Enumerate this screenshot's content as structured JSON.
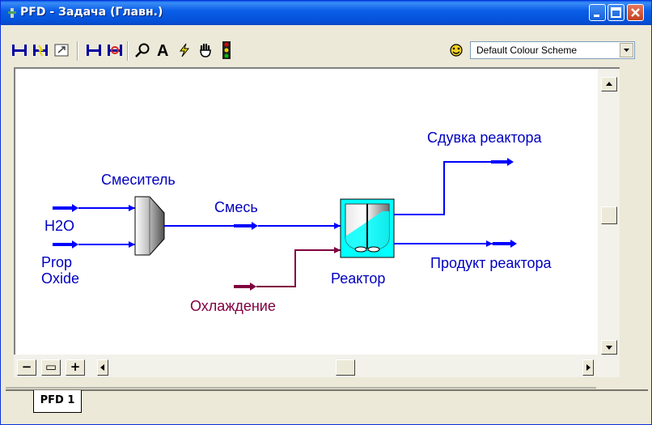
{
  "window": {
    "title": "PFD - Задача (Главн.)"
  },
  "toolbar": {
    "tools": [
      "attach-mode-icon",
      "break-connection-icon",
      "size-mode-icon",
      "add-stream-icon",
      "auto-position-icon",
      "zoom-icon",
      "label-text-icon",
      "lightning-icon",
      "hand-icon",
      "traffic-light-icon"
    ],
    "colour_scheme": "Default Colour Scheme"
  },
  "diagram": {
    "streams": {
      "h2o": "H2O",
      "prop_oxide": [
        "Prop",
        "Oxide"
      ],
      "mix": "Смесь",
      "cooling": "Охлаждение",
      "vent": "Сдувка реактора",
      "product": "Продукт реактора"
    },
    "units": {
      "mixer": "Смеситель",
      "reactor": "Реактор"
    },
    "colors": {
      "material_stream": "#0000ff",
      "energy_stream": "#800040",
      "reactor_fill": "#00ffff"
    }
  },
  "zoom_controls": {
    "out": "−",
    "fit": "▭",
    "in": "+"
  },
  "tabs": [
    {
      "label": "PFD 1"
    }
  ]
}
